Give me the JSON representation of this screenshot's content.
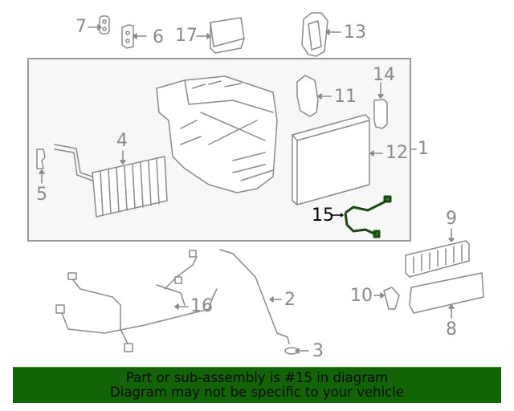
{
  "diagram": {
    "assembly_callout": "1",
    "highlighted_part": "15",
    "highlight_color": "#1a5c12",
    "line_color": "#8a8a8a",
    "box_fill": "#f7f7f7",
    "callouts": [
      {
        "id": "c1",
        "label": "1"
      },
      {
        "id": "c2",
        "label": "2"
      },
      {
        "id": "c3",
        "label": "3"
      },
      {
        "id": "c4",
        "label": "4"
      },
      {
        "id": "c5",
        "label": "5"
      },
      {
        "id": "c6",
        "label": "6"
      },
      {
        "id": "c7",
        "label": "7"
      },
      {
        "id": "c8",
        "label": "8"
      },
      {
        "id": "c9",
        "label": "9"
      },
      {
        "id": "c10",
        "label": "10"
      },
      {
        "id": "c11",
        "label": "11"
      },
      {
        "id": "c12",
        "label": "12"
      },
      {
        "id": "c13",
        "label": "13"
      },
      {
        "id": "c14",
        "label": "14"
      },
      {
        "id": "c15",
        "label": "15"
      },
      {
        "id": "c16",
        "label": "16"
      },
      {
        "id": "c17",
        "label": "17"
      }
    ]
  },
  "banner": {
    "line1": "Part or sub-assembly is #15 in diagram",
    "line2": "Diagram may not be specific to your vehicle",
    "color": "#136407"
  }
}
